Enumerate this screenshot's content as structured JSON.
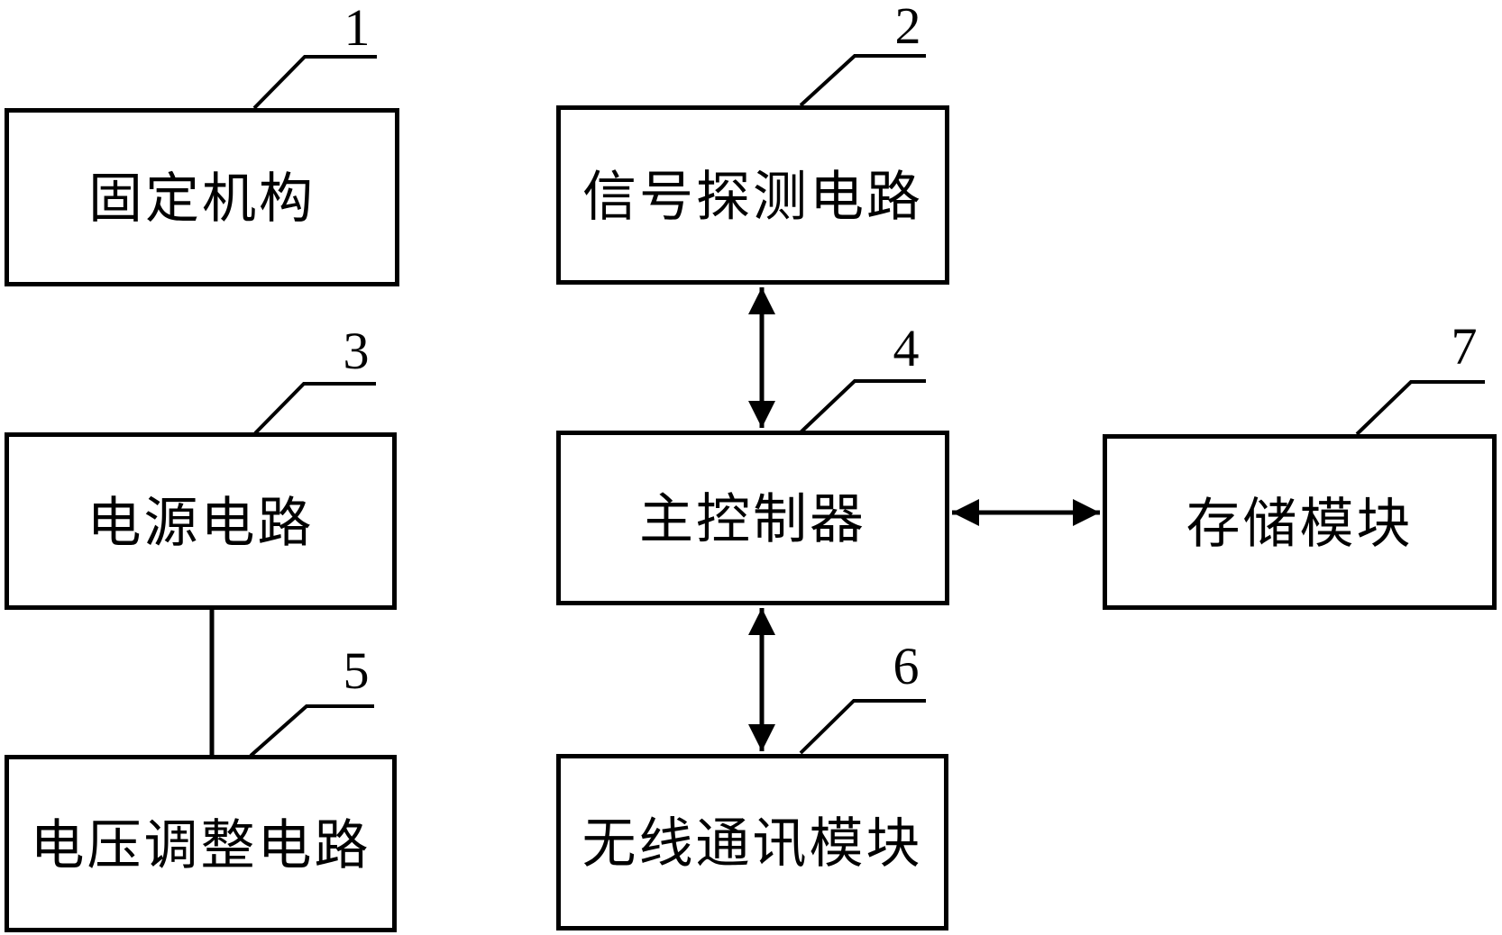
{
  "diagram": {
    "type": "block-diagram",
    "background_color": "#ffffff",
    "line_color": "#000000",
    "nodes": [
      {
        "ref": "1",
        "label": "固定机构"
      },
      {
        "ref": "2",
        "label": "信号探测电路"
      },
      {
        "ref": "3",
        "label": "电源电路"
      },
      {
        "ref": "4",
        "label": "主控制器"
      },
      {
        "ref": "5",
        "label": "电压调整电路"
      },
      {
        "ref": "6",
        "label": "无线通讯模块"
      },
      {
        "ref": "7",
        "label": "存储模块"
      }
    ],
    "connections": [
      {
        "from": "2",
        "to": "4",
        "style": "double-headed-arrow",
        "orientation": "vertical"
      },
      {
        "from": "4",
        "to": "6",
        "style": "double-headed-arrow",
        "orientation": "vertical"
      },
      {
        "from": "4",
        "to": "7",
        "style": "double-headed-arrow",
        "orientation": "horizontal"
      },
      {
        "from": "3",
        "to": "5",
        "style": "plain-line",
        "orientation": "vertical"
      }
    ]
  }
}
